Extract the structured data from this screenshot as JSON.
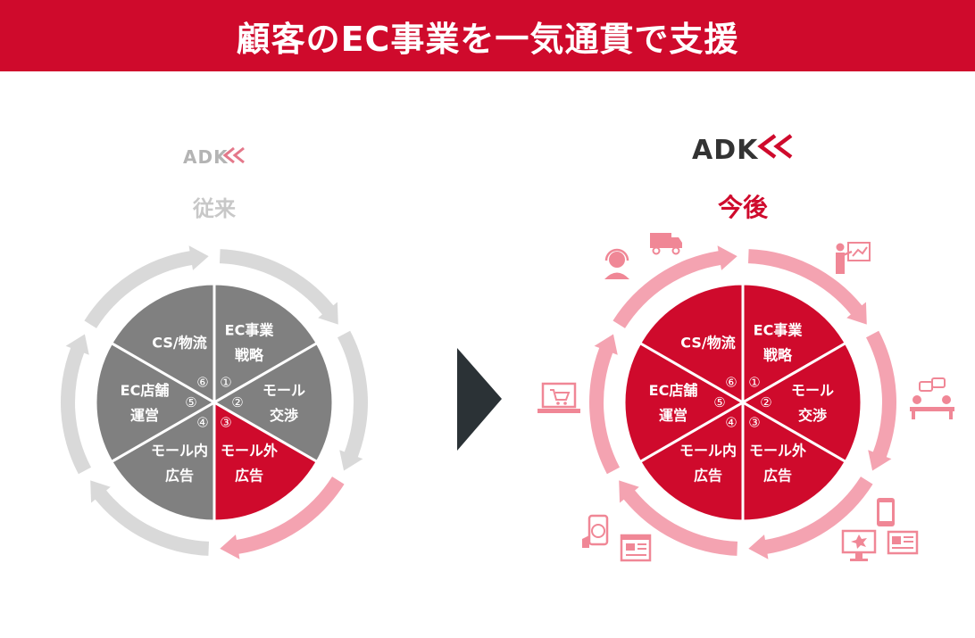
{
  "title": "顧客のEC事業を一気通貫で支援",
  "logo_text": "ADK",
  "colors": {
    "brand_red": "#cf0a2c",
    "old_gray": "#808080",
    "light_gray": "#d9d9d9",
    "pink": "#f4a3b1",
    "icon_pink": "#f08796"
  },
  "conventional": {
    "label": "従来",
    "segments": [
      {
        "num": "①",
        "lines": [
          "EC事業",
          "戦略"
        ]
      },
      {
        "num": "②",
        "lines": [
          "モール",
          "交渉"
        ]
      },
      {
        "num": "③",
        "lines": [
          "モール外",
          "広告"
        ]
      },
      {
        "num": "④",
        "lines": [
          "モール内",
          "広告"
        ]
      },
      {
        "num": "⑤",
        "lines": [
          "EC店舗",
          "運営"
        ]
      },
      {
        "num": "⑥",
        "lines": [
          "CS/物流"
        ]
      }
    ]
  },
  "future": {
    "label": "今後",
    "segments": [
      {
        "num": "①",
        "lines": [
          "EC事業",
          "戦略"
        ]
      },
      {
        "num": "②",
        "lines": [
          "モール",
          "交渉"
        ]
      },
      {
        "num": "③",
        "lines": [
          "モール外",
          "広告"
        ]
      },
      {
        "num": "④",
        "lines": [
          "モール内",
          "広告"
        ]
      },
      {
        "num": "⑤",
        "lines": [
          "EC店舗",
          "運営"
        ]
      },
      {
        "num": "⑥",
        "lines": [
          "CS/物流"
        ]
      }
    ]
  },
  "icons": [
    "delivery-truck-icon",
    "customer-support-icon",
    "presentation-icon",
    "meeting-icon",
    "ec-shop-laptop-icon",
    "smartphone-icon",
    "monitor-ad-icon",
    "newspaper-icon",
    "mobile-shopping-icon",
    "web-page-icon"
  ]
}
